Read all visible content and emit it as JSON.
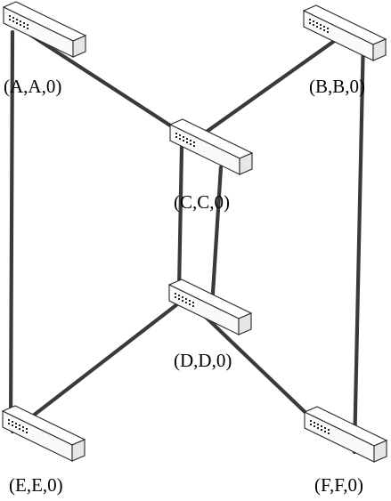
{
  "diagram": {
    "nodes": [
      {
        "id": "A",
        "label": "(A,A,0)"
      },
      {
        "id": "B",
        "label": "(B,B,0)"
      },
      {
        "id": "C",
        "label": "(C,C,0)"
      },
      {
        "id": "D",
        "label": "(D,D,0)"
      },
      {
        "id": "E",
        "label": "(E,E,0)"
      },
      {
        "id": "F",
        "label": "(F,F,0)"
      }
    ],
    "links": [
      [
        "A",
        "C"
      ],
      [
        "B",
        "C"
      ],
      [
        "A",
        "E"
      ],
      [
        "B",
        "F"
      ],
      [
        "C",
        "D"
      ],
      [
        "C",
        "D"
      ],
      [
        "D",
        "E"
      ],
      [
        "D",
        "F"
      ]
    ]
  }
}
